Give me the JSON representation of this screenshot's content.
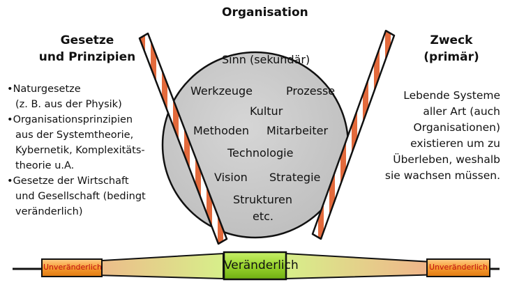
{
  "title": "Organisation",
  "left": {
    "heading": [
      "Gesetze",
      "und Prinzipien"
    ],
    "bullets": [
      [
        "Naturgesetze",
        "(z. B. aus der Physik)"
      ],
      [
        "Organisationsprinzipien",
        "aus der Systemtheorie,",
        "Kybernetik, Komplexitäts-",
        "theorie u.A."
      ],
      [
        "Gesetze der Wirtschaft",
        "und Gesellschaft (bedingt",
        "veränderlich)"
      ]
    ]
  },
  "right": {
    "heading": [
      "Zweck",
      "(primär)"
    ],
    "text": [
      "Lebende Systeme",
      "aller Art (auch",
      "Organisationen)",
      "existieren um zu",
      "Überleben, weshalb",
      "sie wachsen müssen."
    ]
  },
  "circle": {
    "items": [
      "Sinn (sekundär)",
      "Werkzeuge",
      "Prozesse",
      "Kultur",
      "Methoden",
      "Mitarbeiter",
      "Technologie",
      "Vision",
      "Strategie",
      "Strukturen",
      "etc."
    ]
  },
  "bar": {
    "left_label": "Unveränderlich",
    "center_label": "Veränderlich",
    "right_label": "Unveränderlich"
  },
  "colors": {
    "circle_fill": "#c9c9c9",
    "stripe_red": "#e36a3c",
    "center_green": "#9ad52e",
    "bar_pink": "#f1b4a0",
    "end_orange": "#f59a32"
  }
}
